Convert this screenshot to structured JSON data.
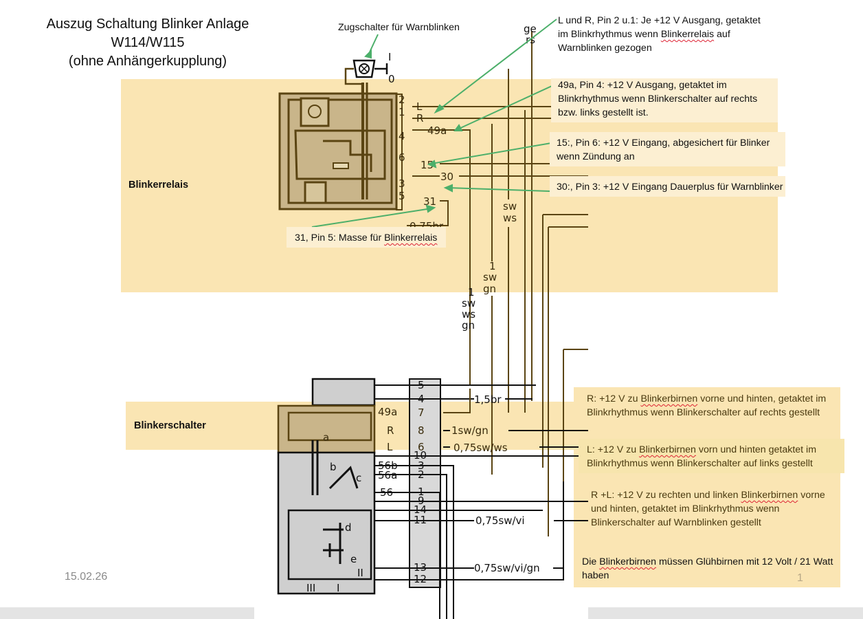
{
  "title": {
    "line1": "Auszug Schaltung Blinker Anlage",
    "line2": "W114/W115",
    "line3": "(ohne Anhängerkupplung)"
  },
  "switch_label": "Zugschalter für Warnblinken",
  "switch_positions": {
    "on": "I",
    "off": "0"
  },
  "sections": {
    "relay": "Blinkerrelais",
    "switch": "Blinkerschalter"
  },
  "annotations": {
    "lr": {
      "pre": "L und R, Pin 2 u.1: Je +12 V Ausgang, getaktet im Blinkrhythmus wenn ",
      "flag": "Blinkerrelais",
      "post": " auf Warnblinken gezogen"
    },
    "p49a": "49a, Pin 4: +12 V  Ausgang, getaktet im Blinkrhythmus wenn Blinkerschalter auf rechts bzw. links gestellt ist.",
    "p15": "15:, Pin 6: +12 V Eingang, abgesichert für Blinker wenn Zündung an",
    "p30": "30:, Pin 3: +12 V Eingang Dauerplus für Warnblinker",
    "p31": {
      "pre": "31, Pin 5: Masse für ",
      "flag": "Blinkerrelais"
    },
    "r_out": {
      "pre": "R: +12 V zu ",
      "flag": "Blinkerbirnen",
      "post": " vorne und hinten, getaktet im Blinkrhythmus wenn Blinkerschalter auf rechts gestellt"
    },
    "l_out": {
      "pre": "L: +12 V zu ",
      "flag": "Blinkerbirnen",
      "post": " vorn und hinten getaktet im Blinkrhythmus wenn Blinkerschalter auf links gestellt"
    },
    "rl_out": {
      "pre": "R +L: +12 V zu rechten und linken ",
      "flag": "Blinkerbirnen",
      "post": " vorne und hinten, getaktet im Blinkrhythmus wenn Blinkerschalter auf Warnblinken gestellt"
    },
    "bulbs": {
      "pre": "Die ",
      "flag": "Blinkerbirnen",
      "post": " müssen Glühbirnen mit 12 Volt / 21 Watt haben"
    }
  },
  "relay_pins": [
    {
      "pin": "2",
      "terminal": "L"
    },
    {
      "pin": "1",
      "terminal": "R"
    },
    {
      "pin": "4",
      "terminal": "49a"
    },
    {
      "pin": "6",
      "terminal": "15"
    },
    {
      "pin": "3",
      "terminal": "30"
    },
    {
      "pin": "5",
      "terminal": "31"
    }
  ],
  "wire_labels": {
    "ground": "0,75br",
    "top_right": [
      "ge",
      "rs"
    ],
    "sw_ws": [
      "sw",
      "ws"
    ],
    "sw_gn": [
      "1",
      "sw",
      "gn"
    ],
    "sw_ws_gn": [
      "1",
      "sw",
      "ws",
      "gn"
    ],
    "br15": "1,5br",
    "swgn": "1sw/gn",
    "swws": "0,75sw/ws",
    "swvi": "0,75sw/vi",
    "swvign": "0,75sw/vi/gn"
  },
  "switch_terminals": [
    {
      "term": "",
      "pin": "5"
    },
    {
      "term": "",
      "pin": "4"
    },
    {
      "term": "49a",
      "pin": "7"
    },
    {
      "term": "R",
      "pin": "8"
    },
    {
      "term": "L",
      "pin": "6"
    },
    {
      "term": "",
      "pin": "10"
    },
    {
      "term": "56b",
      "pin": "3"
    },
    {
      "term": "56a",
      "pin": "2"
    },
    {
      "term": "56",
      "pin": "1"
    },
    {
      "term": "",
      "pin": "9"
    },
    {
      "term": "",
      "pin": "14"
    },
    {
      "term": "",
      "pin": "11"
    },
    {
      "term": "",
      "pin": "13"
    },
    {
      "term": "",
      "pin": "12"
    }
  ],
  "switch_contacts": [
    "a",
    "b",
    "c",
    "d",
    "e"
  ],
  "switch_roman": [
    "III",
    "I",
    "II"
  ],
  "footer": {
    "date": "15.02.26",
    "page": "1"
  }
}
